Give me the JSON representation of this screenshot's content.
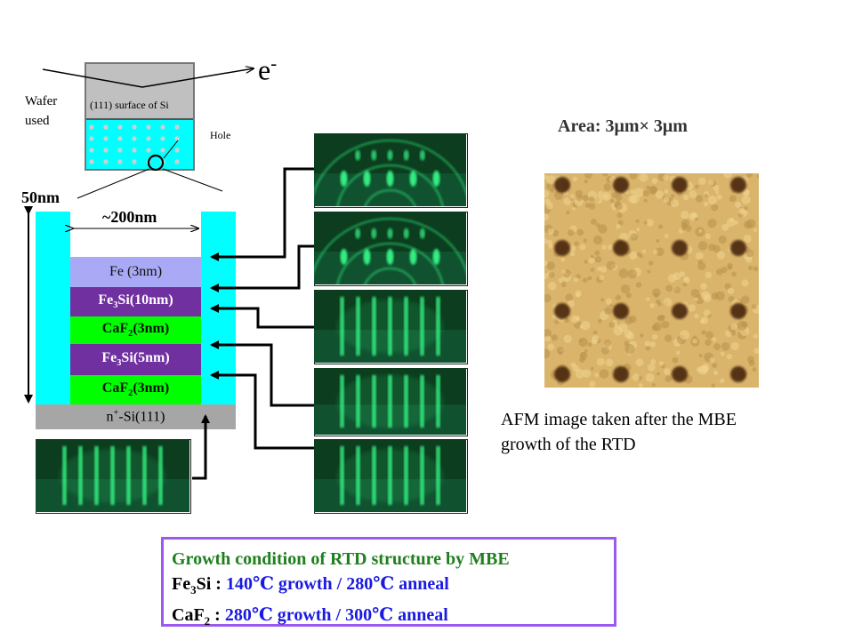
{
  "wafer": {
    "label_line1": "Wafer",
    "label_line2": "used",
    "surface_label": "(111) surface of Si",
    "hole_label": "Hole",
    "electron": "e",
    "electron_sup": "-"
  },
  "dimensions": {
    "height": "50nm",
    "width": "~200nm"
  },
  "layers": [
    {
      "text": "Fe (3nm)",
      "color": "#a9a9f5",
      "text_color": "#111111"
    },
    {
      "pre": "Fe",
      "sub": "3",
      "post": "Si(10nm)",
      "color": "#7030a0",
      "text_color": "#ffffff",
      "bold": true
    },
    {
      "pre": "CaF",
      "sub": "2",
      "post": "(3nm)",
      "color": "#00ff00",
      "text_color": "#111111",
      "bold": true
    },
    {
      "pre": "Fe",
      "sub": "3",
      "post": "Si(5nm)",
      "color": "#7030a0",
      "text_color": "#ffffff",
      "bold": true
    },
    {
      "pre": "CaF",
      "sub": "2",
      "post": "(3nm)",
      "color": "#00ff00",
      "text_color": "#111111",
      "bold": true
    }
  ],
  "substrate": {
    "pre": "n",
    "sup": "+",
    "post": "-Si(111)",
    "color": "#a6a6a6"
  },
  "wall_color": "#00ffff",
  "afm": {
    "area_pre": "Area: 3",
    "area_mid": "μm× 3",
    "area_post": "μm",
    "caption_line1": "AFM image taken after the MBE",
    "caption_line2": "growth of the RTD"
  },
  "growth": {
    "title": "Growth condition of RTD structure by MBE",
    "line1_pre": "Fe",
    "line1_sub": "3",
    "line1_post": "Si : ",
    "line1_value": "140℃ growth / 280℃ anneal",
    "line2_pre": "CaF",
    "line2_sub": "2",
    "line2_post": " : ",
    "line2_value": "280℃ growth / 300℃ anneal"
  },
  "colors": {
    "green_title": "#1f7f1f",
    "blue_value": "#1a1ae0",
    "box_border": "#9b59f0",
    "rheed_bg": "#0b3d1e",
    "rheed_streak": "#39ff8a",
    "afm_bg": "#d9b46a",
    "afm_hole": "#4a2810"
  }
}
